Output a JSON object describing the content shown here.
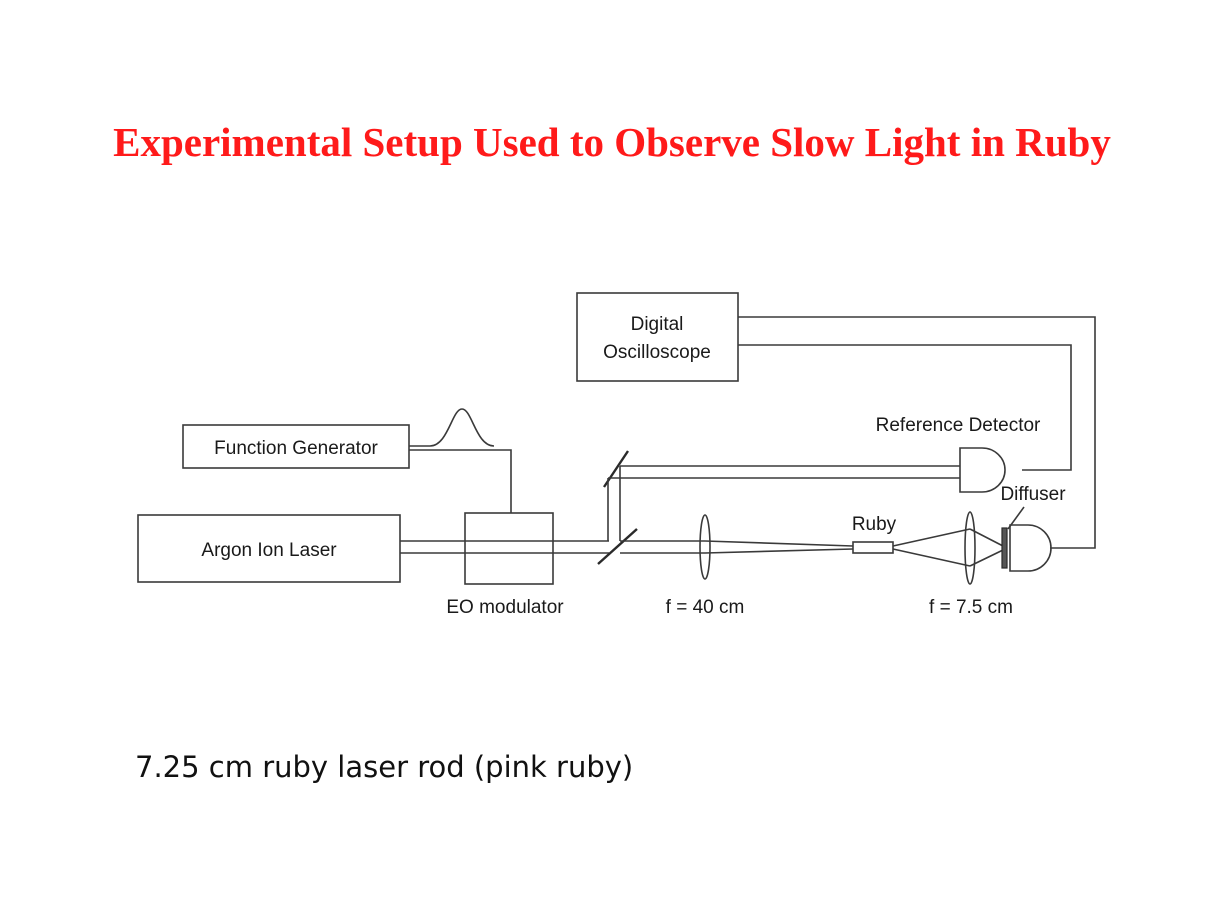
{
  "title": "Experimental Setup Used to Observe Slow Light in Ruby",
  "caption": "7.25 cm ruby laser rod (pink ruby)",
  "components": {
    "oscilloscope": [
      "Digital",
      "Oscilloscope"
    ],
    "function_generator": "Function Generator",
    "laser": "Argon Ion Laser",
    "eo_modulator": "EO modulator",
    "lens1": "f = 40 cm",
    "lens2": "f = 7.5 cm",
    "ruby": "Ruby",
    "reference_detector": "Reference Detector",
    "diffuser": "Diffuser"
  },
  "colors": {
    "title": "#ff1a1a",
    "lines": "#3a3a3a"
  }
}
